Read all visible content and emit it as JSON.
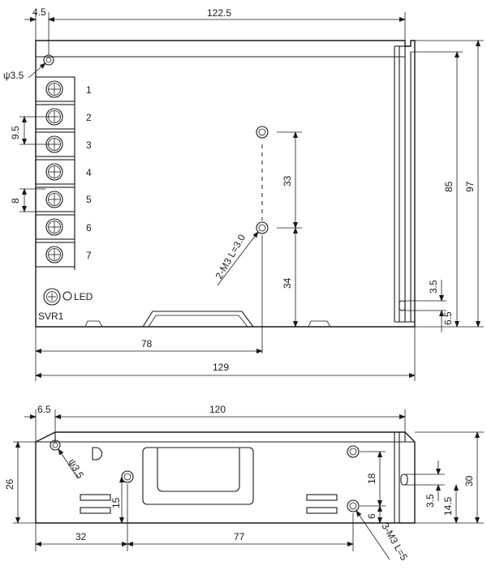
{
  "top_view": {
    "dims": {
      "left_offset": "4.5",
      "overall_width": "122.5",
      "hole_dia": "ψ3.5",
      "terminal_pitch": "9.5",
      "terminal_width": "8",
      "mount_span_upper": "33",
      "mount_span_lower": "34",
      "mount_screws": "2-M3 L=3.0",
      "inner_height": "85",
      "overall_height": "97",
      "slot_width": "3.5",
      "slot_offset": "6.5",
      "hole_x": "78",
      "overall_length": "129"
    },
    "terminals": [
      "1",
      "2",
      "3",
      "4",
      "5",
      "6",
      "7"
    ],
    "led_label": "LED",
    "svr_label": "SVR1"
  },
  "side_view": {
    "dims": {
      "left_offset": "6.5",
      "overall_width": "120",
      "hole_dia": "ψ3.5",
      "height_left": "26",
      "screw_height": "15",
      "screw_spacing": "18",
      "screw_bottom": "6",
      "slot_width": "3.5",
      "slot_height": "14.5",
      "overall_height": "30",
      "screw_x1": "32",
      "screw_x2": "77",
      "mount_screws": "3-M3 L=5"
    }
  }
}
